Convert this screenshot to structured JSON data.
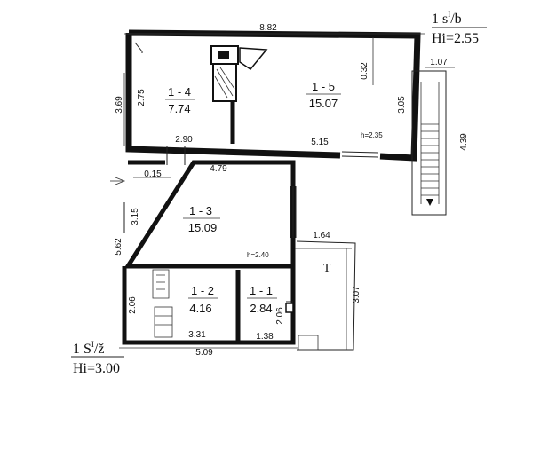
{
  "upper_floor": {
    "designation": "1 s",
    "designation_sup": "I",
    "designation_suffix": "/b",
    "height": "Hi=2.55",
    "dims": {
      "top_width": "8.82",
      "left_height_outer": "3.69",
      "left_height_inner": "2.75",
      "window_offset": "0.32",
      "right_height": "3.05",
      "stair_width": "1.07",
      "stair_length": "4.39",
      "partition_width": "2.90",
      "bottom_width": "5.15",
      "room_height": "h=2.35"
    },
    "rooms": [
      {
        "id": "1 - 4",
        "area": "7.74"
      },
      {
        "id": "1 - 5",
        "area": "15.07"
      }
    ]
  },
  "ground_floor": {
    "designation": "1 S",
    "designation_sup": "I",
    "designation_suffix": "/ž",
    "height": "Hi=3.00",
    "dims": {
      "wall_offset": "0.15",
      "room3_width": "4.79",
      "room3_height": "3.15",
      "left_height": "5.62",
      "terrace_width": "1.64",
      "terrace_length": "3.07",
      "room2_height": "2.06",
      "room1_height": "2.06",
      "room2_width": "3.31",
      "room1_width": "1.38",
      "bottom_width": "5.09",
      "room_height": "h=2.40"
    },
    "rooms": [
      {
        "id": "1 - 3",
        "area": "15.09"
      },
      {
        "id": "1 - 2",
        "area": "4.16"
      },
      {
        "id": "1 - 1",
        "area": "2.84"
      }
    ],
    "terrace_label": "T"
  }
}
